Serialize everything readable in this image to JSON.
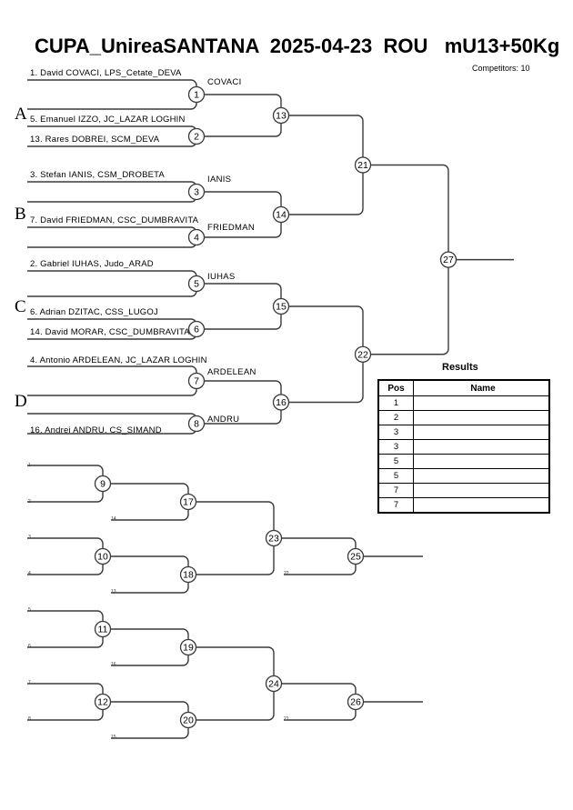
{
  "header": {
    "title": "CUPA_UnireaSANTANA  2025-04-23  ROU   mU13+50Kg",
    "competitors_label": "Competitors: 10"
  },
  "pools": [
    {
      "letter": "A"
    },
    {
      "letter": "B"
    },
    {
      "letter": "C"
    },
    {
      "letter": "D"
    }
  ],
  "entrants": [
    {
      "text": "1. David COVACI, LPS_Cetate_DEVA"
    },
    {
      "text": "5. Emanuel IZZO, JC_LAZAR LOGHIN"
    },
    {
      "text": "13. Rares DOBREI, SCM_DEVA"
    },
    {
      "text": "3. Stefan IANIS, CSM_DROBETA"
    },
    {
      "text": "7. David FRIEDMAN, CSC_DUMBRAVITA"
    },
    {
      "text": "2. Gabriel IUHAS, Judo_ARAD"
    },
    {
      "text": "6. Adrian DZITAC, CSS_LUGOJ"
    },
    {
      "text": "14. David MORAR, CSC_DUMBRAVITA"
    },
    {
      "text": "4. Antonio ARDELEAN, JC_LAZAR LOGHIN"
    },
    {
      "text": "16. Andrei ANDRU, CS_SIMAND"
    }
  ],
  "winners": [
    {
      "text": "COVACI"
    },
    {
      "text": "IANIS"
    },
    {
      "text": "FRIEDMAN"
    },
    {
      "text": "IUHAS"
    },
    {
      "text": "ARDELEAN"
    },
    {
      "text": "ANDRU"
    }
  ],
  "match_numbers": {
    "main_r1": [
      "1",
      "2",
      "3",
      "4",
      "5",
      "6",
      "7",
      "8"
    ],
    "main_qf": [
      "13",
      "14",
      "15",
      "16"
    ],
    "main_sf": [
      "21",
      "22"
    ],
    "main_final": [
      "27"
    ],
    "repechage_r1": [
      "9",
      "10",
      "11",
      "12"
    ],
    "repechage_r2": [
      "17",
      "18",
      "19",
      "20"
    ],
    "repechage_r3": [
      "23",
      "24"
    ],
    "repechage_r4": [
      "25",
      "26"
    ]
  },
  "repechage_feed_labels": {
    "slots": [
      "1",
      "2",
      "3",
      "4",
      "5",
      "6",
      "7",
      "8"
    ],
    "losers": [
      "14",
      "13",
      "16",
      "15"
    ],
    "semis": [
      "22",
      "21"
    ]
  },
  "results": {
    "title": "Results",
    "columns": [
      "Pos",
      "Name"
    ],
    "rows": [
      {
        "pos": "1",
        "name": ""
      },
      {
        "pos": "2",
        "name": ""
      },
      {
        "pos": "3",
        "name": ""
      },
      {
        "pos": "3",
        "name": ""
      },
      {
        "pos": "5",
        "name": ""
      },
      {
        "pos": "5",
        "name": ""
      },
      {
        "pos": "7",
        "name": ""
      },
      {
        "pos": "7",
        "name": ""
      }
    ]
  },
  "colors": {
    "line": "#3a3a3a",
    "text": "#000000",
    "background": "#ffffff"
  }
}
